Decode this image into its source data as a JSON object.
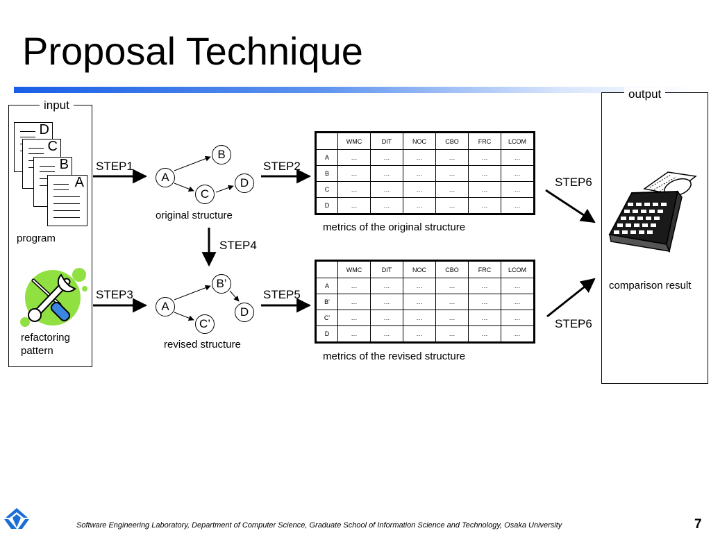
{
  "slide": {
    "title": "Proposal Technique",
    "page_number": "7",
    "footer": "Software Engineering Laboratory,  Department of Computer Science,  Graduate School of Information Science and Technology,  Osaka University"
  },
  "input_group": {
    "legend": "input",
    "program_label": "program",
    "refactoring_label_1": "refactoring",
    "refactoring_label_2": "pattern",
    "documents": [
      "D",
      "C",
      "B",
      "A"
    ]
  },
  "output_group": {
    "legend": "output",
    "comparison_label": "comparison result"
  },
  "steps": {
    "step1": "STEP1",
    "step2": "STEP2",
    "step3": "STEP3",
    "step4": "STEP4",
    "step5": "STEP5",
    "step6a": "STEP6",
    "step6b": "STEP6"
  },
  "original_structure": {
    "caption": "original structure",
    "nodes": {
      "a": "A",
      "b": "B",
      "c": "C",
      "d": "D"
    }
  },
  "revised_structure": {
    "caption": "revised structure",
    "nodes": {
      "a": "A",
      "b": "B’",
      "c": "C’",
      "d": "D"
    }
  },
  "original_metrics": {
    "caption": "metrics of the original structure",
    "columns": [
      "WMC",
      "DIT",
      "NOC",
      "CBO",
      "FRC",
      "LCOM"
    ],
    "rows": [
      {
        "label": "A",
        "cells": [
          "…",
          "…",
          "…",
          "…",
          "…",
          "…"
        ]
      },
      {
        "label": "B",
        "cells": [
          "…",
          "…",
          "…",
          "…",
          "…",
          "…"
        ]
      },
      {
        "label": "C",
        "cells": [
          "…",
          "…",
          "…",
          "…",
          "…",
          "…"
        ]
      },
      {
        "label": "D",
        "cells": [
          "…",
          "…",
          "…",
          "…",
          "…",
          "…"
        ]
      }
    ]
  },
  "revised_metrics": {
    "caption": "metrics of the revised structure",
    "columns": [
      "WMC",
      "DIT",
      "NOC",
      "CBO",
      "FRC",
      "LCOM"
    ],
    "rows": [
      {
        "label": "A",
        "cells": [
          "…",
          "…",
          "…",
          "…",
          "…",
          "…"
        ]
      },
      {
        "label": "B'",
        "cells": [
          "…",
          "…",
          "…",
          "…",
          "…",
          "…"
        ]
      },
      {
        "label": "C'",
        "cells": [
          "…",
          "…",
          "…",
          "…",
          "…",
          "…"
        ]
      },
      {
        "label": "D",
        "cells": [
          "…",
          "…",
          "…",
          "…",
          "…",
          "…"
        ]
      }
    ]
  },
  "icons": {
    "program": "document-stack-icon",
    "refactoring": "wrench-screwdriver-icon",
    "comparison": "adding-machine-icon",
    "logo": "lab-logo-icon"
  },
  "colors": {
    "title_bar_start": "#1a5ee6",
    "title_bar_end": "#ffffff",
    "wrench_blue": "#3a86e0",
    "tool_green": "#8fe040",
    "logo_blue": "#1a6fd6"
  }
}
